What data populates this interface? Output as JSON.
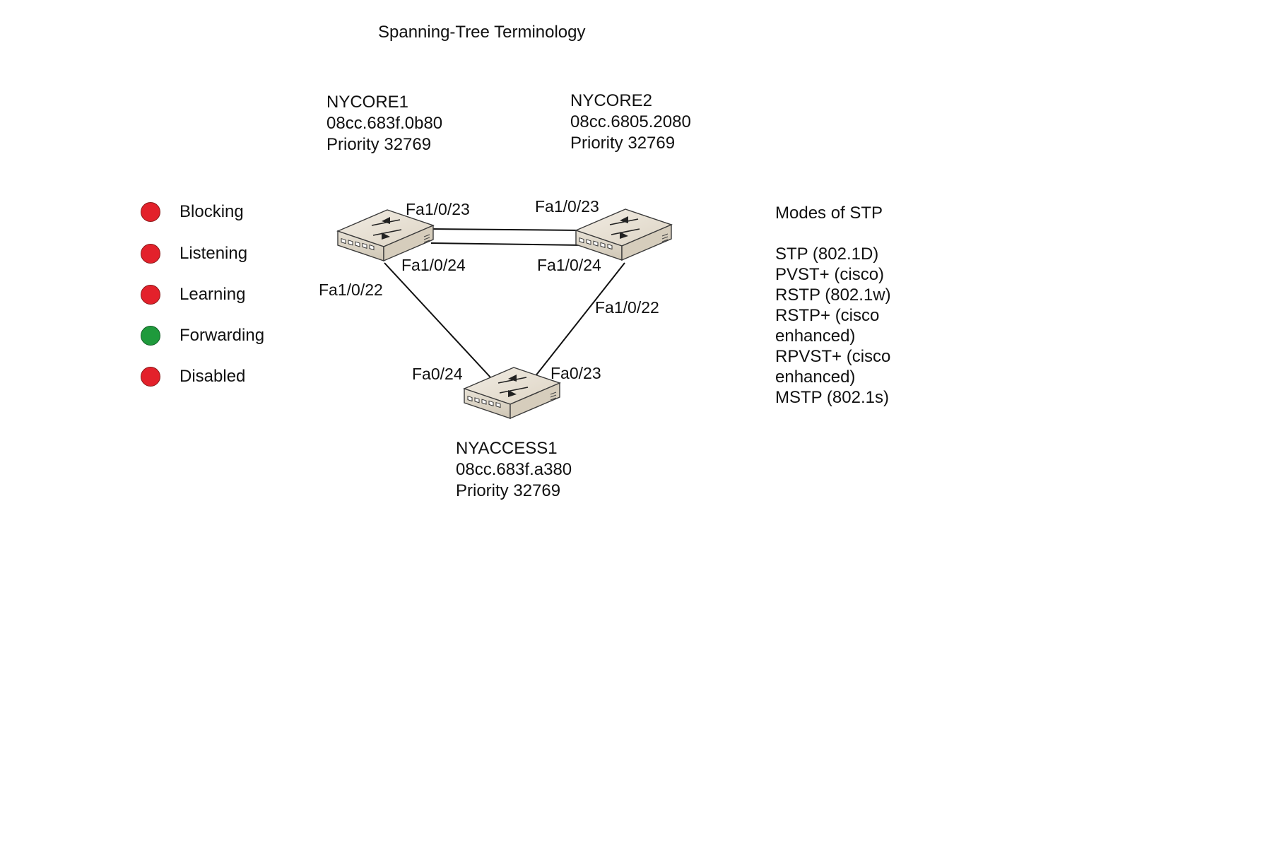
{
  "title": "Spanning-Tree Terminology",
  "devices": {
    "nycore1": {
      "name": "NYCORE1",
      "mac": "08cc.683f.0b80",
      "priority": "Priority 32769"
    },
    "nycore2": {
      "name": "NYCORE2",
      "mac": "08cc.6805.2080",
      "priority": "Priority 32769"
    },
    "nyaccess1": {
      "name": "NYACCESS1",
      "mac": "08cc.683f.a380",
      "priority": "Priority 32769"
    }
  },
  "ports": {
    "core1_fa23": "Fa1/0/23",
    "core1_fa24": "Fa1/0/24",
    "core1_fa22": "Fa1/0/22",
    "core2_fa23": "Fa1/0/23",
    "core2_fa24": "Fa1/0/24",
    "core2_fa22": "Fa1/0/22",
    "access_fa24": "Fa0/24",
    "access_fa23": "Fa0/23"
  },
  "legend": [
    {
      "label": "Blocking",
      "color": "#e3212b"
    },
    {
      "label": "Listening",
      "color": "#e3212b"
    },
    {
      "label": "Learning",
      "color": "#e3212b"
    },
    {
      "label": "Forwarding",
      "color": "#1f9a3c"
    },
    {
      "label": "Disabled",
      "color": "#e3212b"
    }
  ],
  "modes": {
    "heading": "Modes of STP",
    "lines": [
      "STP (802.1D)",
      "PVST+ (cisco)",
      "RSTP (802.1w)",
      "RSTP+ (cisco",
      "enhanced)",
      "RPVST+ (cisco",
      "enhanced)",
      "MSTP (802.1s)"
    ]
  },
  "icons": {
    "switch": "network-switch-icon"
  }
}
